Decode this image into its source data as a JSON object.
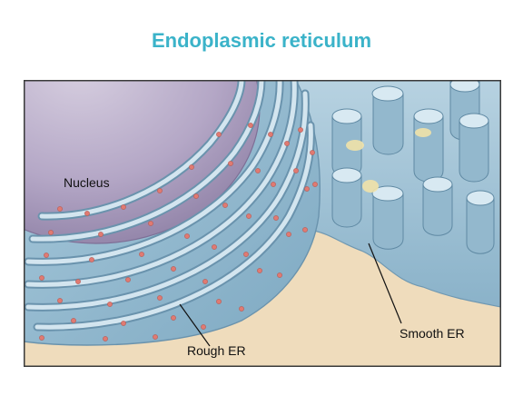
{
  "title": "Endoplasmic reticulum",
  "colors": {
    "title": "#3bb3c9",
    "background": "#efdcbc",
    "nucleus": "#b4a7c6",
    "er_membrane": "#8cb4cc",
    "er_lumen": "#cfe3ee",
    "ribosome": "#e07a72",
    "frame": "#3a3a3a"
  },
  "labels": {
    "nucleus": "Nucleus",
    "rough_er": "Rough ER",
    "smooth_er": "Smooth ER"
  }
}
